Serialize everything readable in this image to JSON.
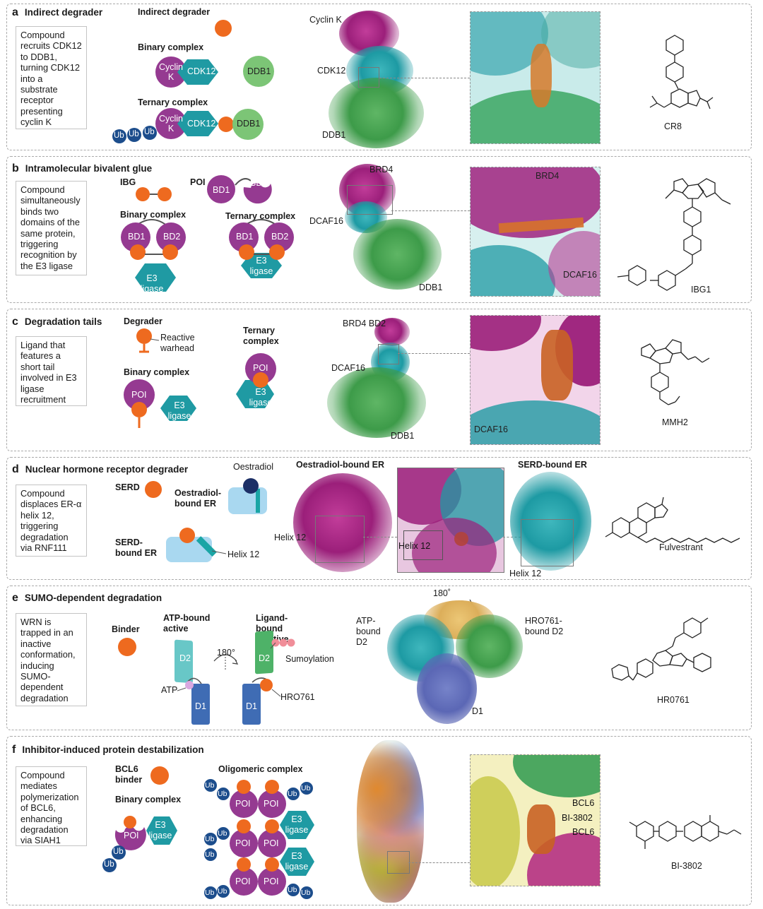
{
  "panels": {
    "a": {
      "letter": "a",
      "title": "Indirect degrader",
      "desc": "Compound recruits CDK12 to DDB1, turning CDK12 into a substrate receptor presenting cyclin K",
      "degrader_label": "Indirect degrader",
      "binary_label": "Binary complex",
      "ternary_label": "Ternary complex",
      "cyclin": "Cyclin K",
      "cdk12": "CDK12",
      "ddb1": "DDB1",
      "ub": "Ub",
      "struct_cyclin": "Cyclin K",
      "struct_cdk12": "CDK12",
      "struct_ddb1": "DDB1",
      "compound": "CR8"
    },
    "b": {
      "letter": "b",
      "title": "Intramolecular bivalent glue",
      "desc": "Compound simultaneously binds two domains of the same protein, triggering recognition by the E3 ligase",
      "ibg_label": "IBG",
      "poi_label": "POI",
      "bd1": "BD1",
      "bd2": "BD2",
      "binary_label": "Binary complex",
      "ternary_label": "Ternary complex",
      "e3": "E3 ligase",
      "struct_brd4": "BRD4",
      "struct_dcaf16": "DCAF16",
      "struct_ddb1": "DDB1",
      "zoom_brd4": "BRD4",
      "zoom_dcaf16": "DCAF16",
      "compound": "IBG1"
    },
    "c": {
      "letter": "c",
      "title": "Degradation tails",
      "desc": "Ligand that features a short tail involved in E3 ligase recruitment",
      "degrader_label": "Degrader",
      "warhead_label": "Reactive warhead",
      "binary_label": "Binary complex",
      "ternary_label": "Ternary complex",
      "poi": "POI",
      "e3": "E3 ligase",
      "struct_brd4": "BRD4 BD2",
      "struct_dcaf16": "DCAF16",
      "struct_ddb1": "DDB1",
      "zoom_dcaf16": "DCAF16",
      "compound": "MMH2"
    },
    "d": {
      "letter": "d",
      "title": "Nuclear hormone receptor degrader",
      "desc": "Compound displaces ER-α helix 12, triggering degradation via RNF111",
      "serd_label": "SERD",
      "oestradiol_label": "Oestradiol",
      "oestradiol_bound": "Oestradiol-bound ER",
      "serd_bound": "SERD-bound ER",
      "helix12": "Helix 12",
      "struct_oestradiol_title": "Oestradiol-bound ER",
      "struct_serd_title": "SERD-bound ER",
      "struct_helix_left": "Helix 12",
      "zoom_helix": "Helix 12",
      "struct_helix_right": "Helix 12",
      "compound": "Fulvestrant"
    },
    "e": {
      "letter": "e",
      "title": "SUMO-dependent degradation",
      "desc": "WRN is trapped in an inactive conformation, inducing SUMO-dependent degradation",
      "binder_label": "Binder",
      "atp_active": "ATP-bound active",
      "ligand_inactive": "Ligand-bound inactive",
      "rotation": "180°",
      "d1": "D1",
      "d2": "D2",
      "atp": "ATP",
      "hro": "HRO761",
      "sumoylation": "Sumoylation",
      "struct_rotation": "180˚",
      "struct_atp": "ATP-bound D2",
      "struct_hro": "HRO761-bound D2",
      "struct_d1": "D1",
      "compound": "HR0761"
    },
    "f": {
      "letter": "f",
      "title": "Inhibitor-induced protein destabilization",
      "desc": "Compound mediates polymerization of BCL6, enhancing degradation via SIAH1",
      "binder_label": "BCL6 binder",
      "binary_label": "Binary complex",
      "oligomeric_label": "Oligomeric complex",
      "poi": "POI",
      "e3": "E3 ligase",
      "ub": "Ub",
      "zoom_bcl6_top": "BCL6",
      "zoom_bi": "BI-3802",
      "zoom_bcl6_bottom": "BCL6",
      "compound": "BI-3802"
    }
  },
  "colors": {
    "orange": "#ee6a1f",
    "purple": "#953a91",
    "teal": "#1f9aa3",
    "green": "#7cc576",
    "ub_blue": "#1c4d8c",
    "navy": "#1c2f66",
    "er_blue": "#a9d8f0",
    "d2_active": "#68c7c7",
    "d1_blue": "#3f6cb4",
    "d2_inactive": "#4eb268",
    "sumo_pink": "#f08e99"
  }
}
